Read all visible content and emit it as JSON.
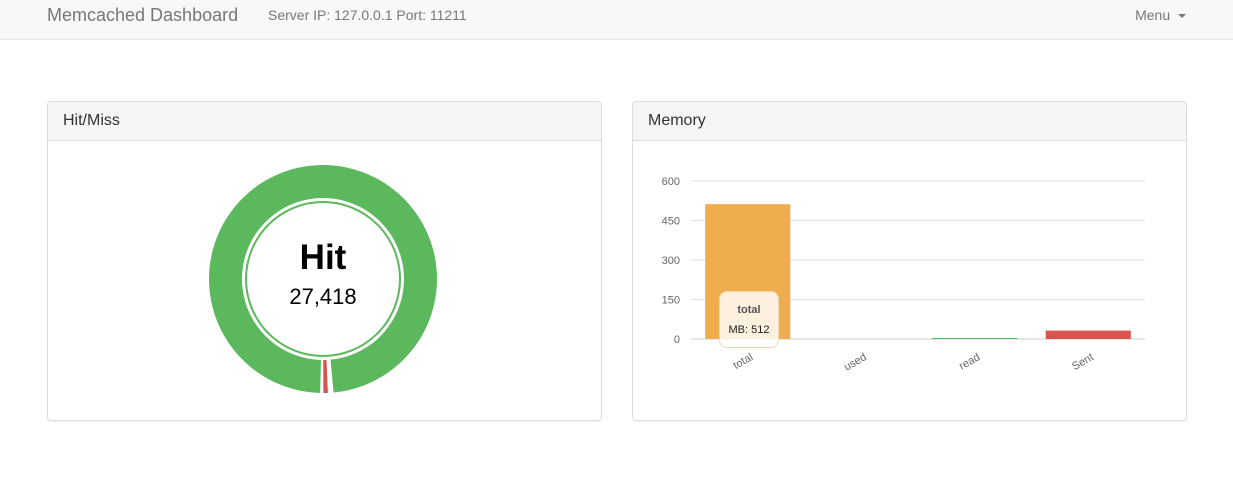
{
  "navbar": {
    "brand": "Memcached Dashboard",
    "server_info": "Server IP: 127.0.0.1 Port: 11211",
    "menu_label": "Menu"
  },
  "hitmiss": {
    "title": "Hit/Miss",
    "center_label": "Hit",
    "center_value": "27,418",
    "colors": {
      "hit": "#5cb85c",
      "miss": "#d9534f"
    }
  },
  "memory": {
    "title": "Memory",
    "tooltip": {
      "title": "total",
      "line": "MB: 512"
    }
  },
  "chart_data": [
    {
      "type": "pie",
      "categories": [
        "Hit",
        "Miss"
      ],
      "values": [
        27418,
        300
      ],
      "colors": [
        "#5cb85c",
        "#d9534f"
      ]
    },
    {
      "type": "bar",
      "categories": [
        "total",
        "used",
        "read",
        "Sent"
      ],
      "values": [
        512,
        0,
        2,
        32
      ],
      "colors": [
        "#f0ad4e",
        "#5bc0de",
        "#5cb85c",
        "#d9534f"
      ],
      "ylim": [
        0,
        600
      ],
      "yticks": [
        0,
        150,
        300,
        450,
        600
      ],
      "grid": true
    }
  ]
}
